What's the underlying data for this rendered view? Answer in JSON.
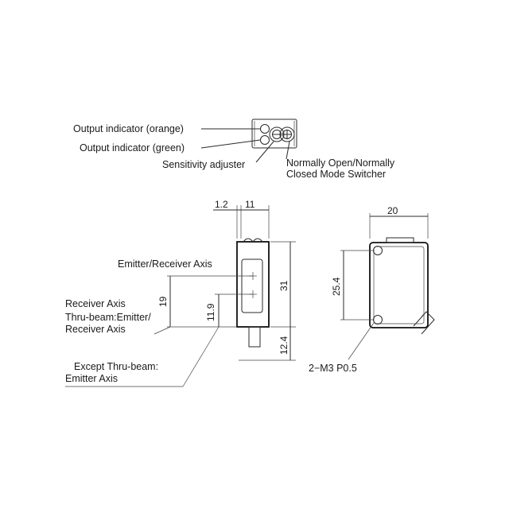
{
  "top_view": {
    "labels": {
      "orange": "Output indicator (orange)",
      "green": "Output indicator (green)",
      "sensitivity": "Sensitivity adjuster",
      "mode_line1": "Normally Open/Normally",
      "mode_line2": "Closed Mode Switcher"
    }
  },
  "side_view": {
    "dims": {
      "left_width": "1.2",
      "top_width": "11",
      "height": "31",
      "cable": "12.4",
      "axis_19": "19",
      "axis_11_9": "11.9"
    },
    "labels": {
      "emitter_receiver_axis": "Emitter/Receiver Axis",
      "receiver_axis": "Receiver Axis",
      "thru_beam_line1": "Thru-beam:Emitter/",
      "thru_beam_line2": "Receiver Axis",
      "except_line1": "Except Thru-beam:",
      "except_line2": "Emitter Axis"
    }
  },
  "front_view": {
    "dims": {
      "width": "20",
      "hole_pitch": "25.4"
    },
    "labels": {
      "screw": "2−M3 P0.5"
    }
  }
}
